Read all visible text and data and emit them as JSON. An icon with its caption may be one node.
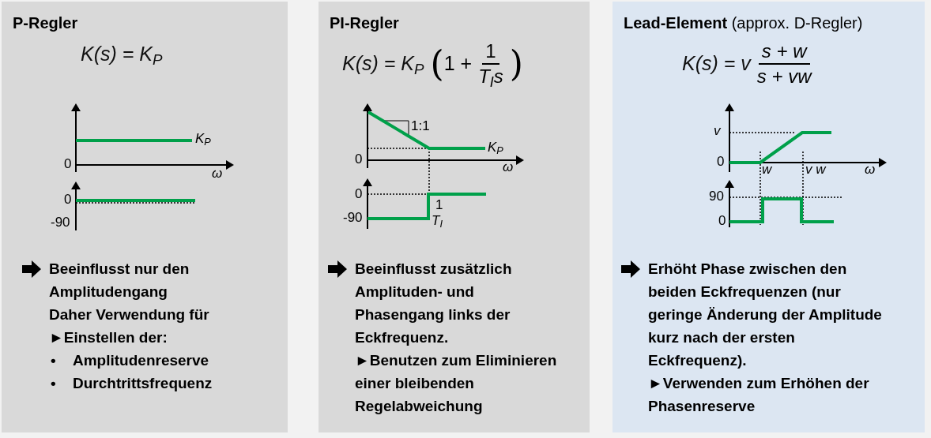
{
  "diagram": {
    "nodes": [
      {
        "text": [
          "P-Regler",
          "K(s) = K$_{P}$",
          "Beeinflusst nur den Amplitudengang",
          "Daher Verwendung für",
          "►Einstellen der:",
          "•",
          "Amplitudenreserve",
          "•",
          "Durchtrittsfrequenz"
        ]
      },
      {
        "text": [
          "PI-Regler",
          "K(s) = K$_{P}$",
          "(",
          "1 +",
          "1",
          "T$_{I}$s",
          ")",
          "Beeinflusst zusätzlich Amplituden- und Phasengang links der Eckfrequenz.",
          "►Benutzen zum Eliminieren einer bleibenden Regelabweichung"
        ]
      },
      {
        "text": [
          "**Lead-Element** (approx. D-Regler)",
          "K(s) = v",
          "s + w",
          "s + vw",
          "Erhöht Phase zwischen den beiden Eckfrequenzen (nur geringe Änderung der Amplitude kurz nach der ersten Eckfrequenz).",
          "►Verwenden zum Erhöhen der Phasenreserve"
        ]
      }
    ],
    "labels": [
      "K$_{P}$",
      "0",
      "ω",
      "0",
      "-90",
      "1:1",
      "K$_{P}$",
      "0",
      "ω",
      "0",
      "-90",
      "1",
      "T$_{I}$",
      "v",
      "0",
      "w",
      "v w",
      "ω",
      "90",
      "0"
    ]
  }
}
